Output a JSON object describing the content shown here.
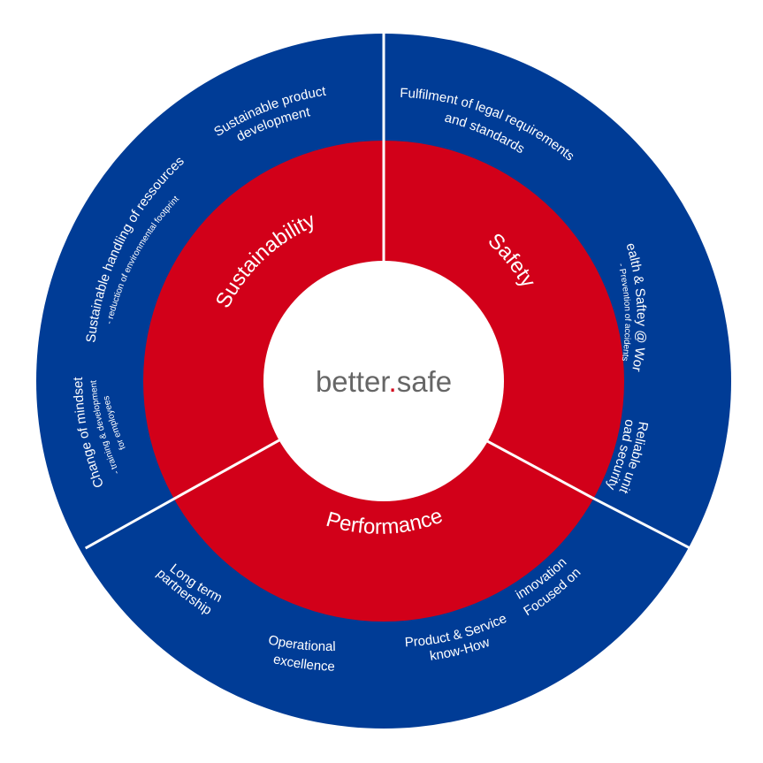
{
  "colors": {
    "outer_ring": "#003c96",
    "inner_ring": "#d20019",
    "center": "#ffffff",
    "divider": "#ffffff",
    "center_text": "#666666",
    "center_dot": "#d20019"
  },
  "center": {
    "word_before": "better",
    "dot": ".",
    "word_after": "safe"
  },
  "inner_segments": [
    {
      "label": "Safety"
    },
    {
      "label": "Performance"
    },
    {
      "label": "Sustainability"
    }
  ],
  "outer_items": {
    "fulfilment": {
      "line1": "Fulfilment of legal requirements",
      "line2": "and standards"
    },
    "health": {
      "line1": "Health & Saftey @ Work",
      "sub": "- Prevention of accidents"
    },
    "reliable": {
      "line1": "Reliable unit",
      "line2": "load security"
    },
    "focused": {
      "line1": "Focused on",
      "line2": "innovation"
    },
    "product_service": {
      "line1": "Product & Service",
      "line2": "know-How"
    },
    "operational": {
      "line1": "Operational",
      "line2": "excellence"
    },
    "long_term": {
      "line1": "Long term",
      "line2": "partnership"
    },
    "change_mindset": {
      "line1": "Change of mindset",
      "sub1": "- training & development",
      "sub2": "for employees"
    },
    "handling": {
      "line1": "Sustainable handling of ressources",
      "sub": "- reduction of environmental footprint"
    },
    "product_dev": {
      "line1": "Sustainable product",
      "line2": "development"
    }
  }
}
